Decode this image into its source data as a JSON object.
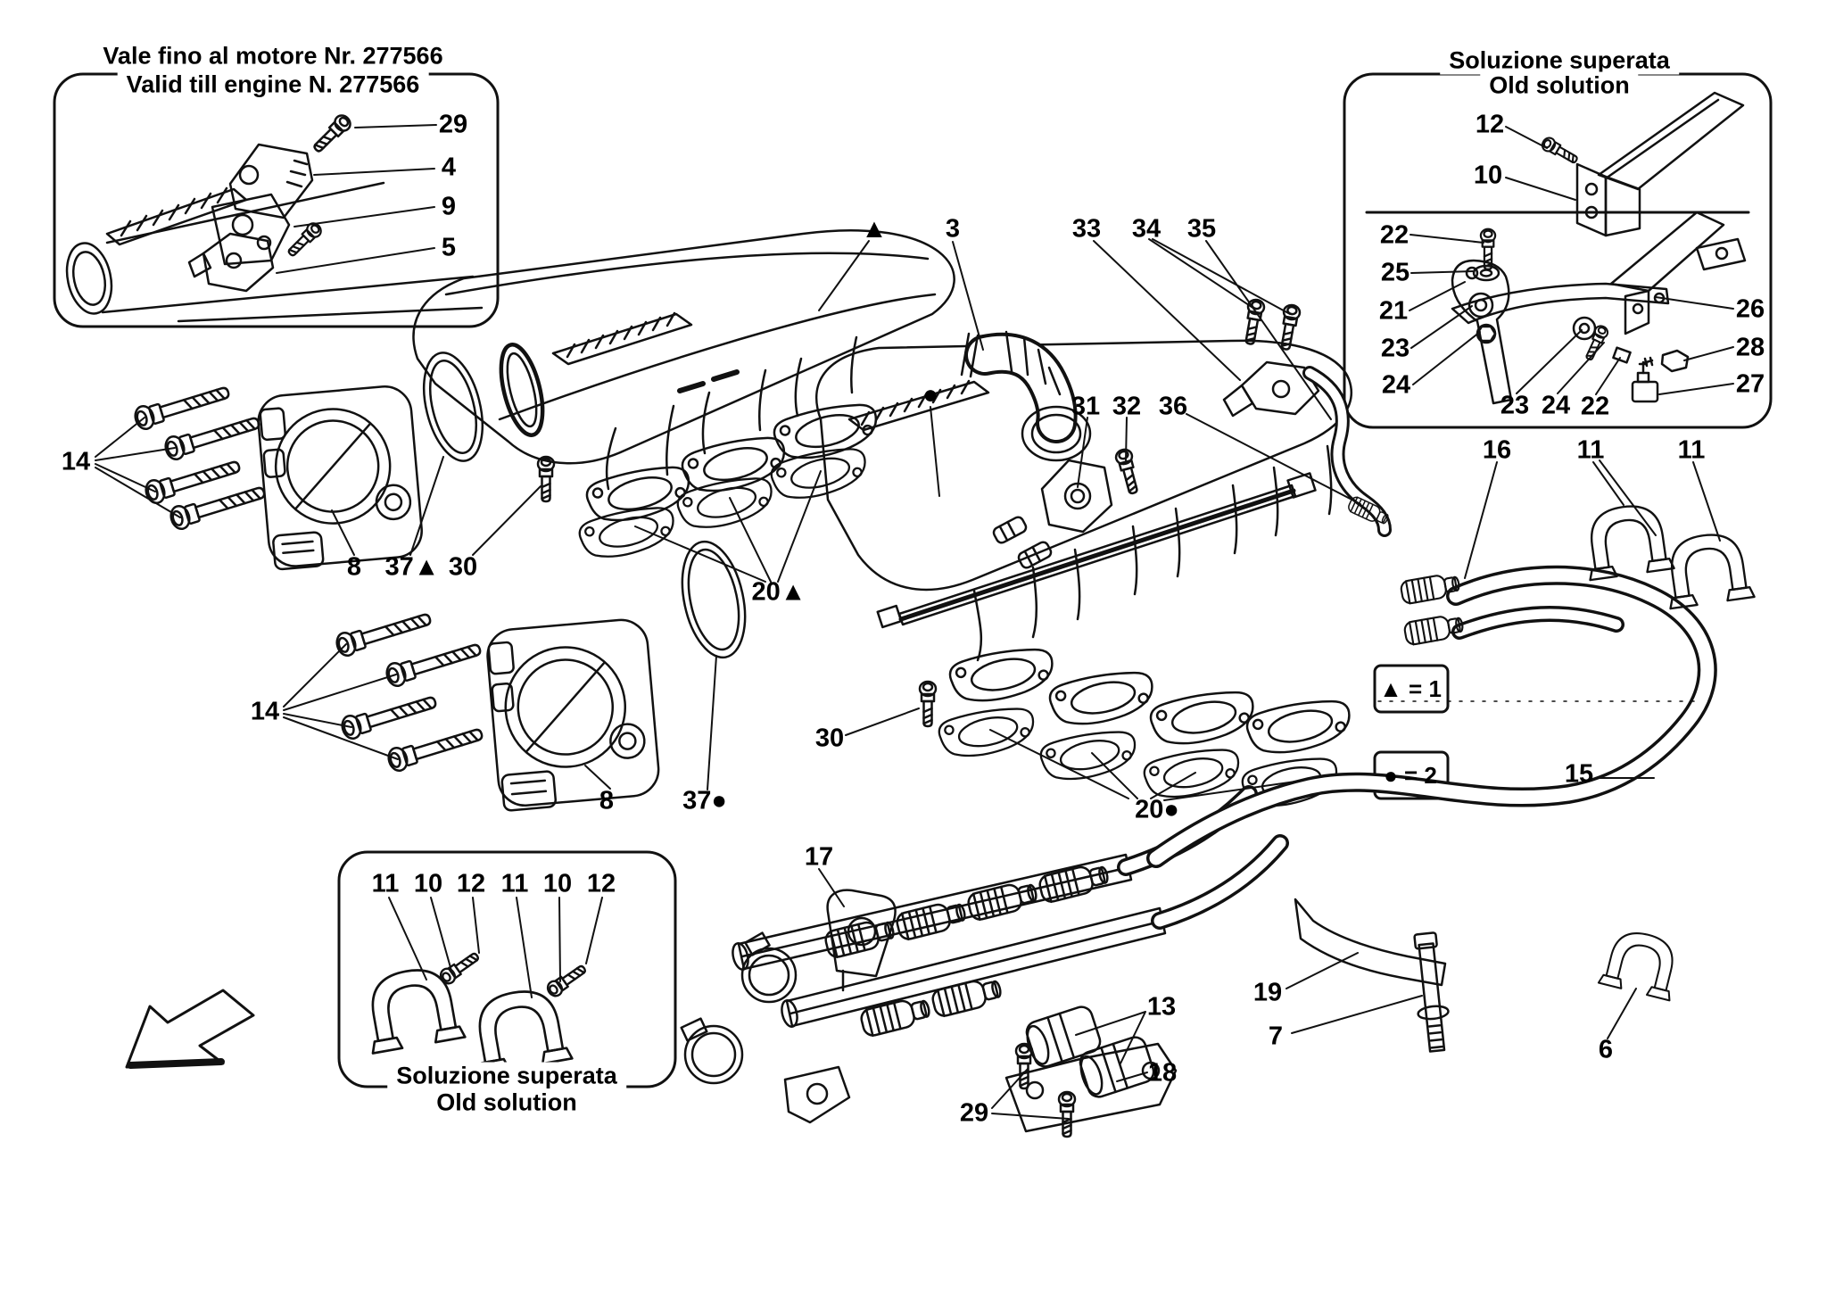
{
  "legend": {
    "triangle": "▲ = 1",
    "dot": "● = 2"
  },
  "markers": {
    "triangle": "▲",
    "dot": "●"
  },
  "inset_top_left": {
    "title_line1": "Vale fino al motore Nr. 277566",
    "title_line2": "Valid till engine N. 277566",
    "callouts": [
      "29",
      "4",
      "9",
      "5"
    ]
  },
  "inset_top_right": {
    "title_line1": "Soluzione superata",
    "title_line2": "Old solution",
    "upper_callouts": [
      "12",
      "10"
    ],
    "left_callouts": [
      "22",
      "25",
      "21",
      "23",
      "24"
    ],
    "right_callouts": [
      "26",
      "28",
      "27"
    ],
    "bottom_callouts": [
      "23",
      "24",
      "22"
    ]
  },
  "inset_bottom_left": {
    "title_line1": "Soluzione superata",
    "title_line2": "Old solution",
    "callouts": [
      "11",
      "10",
      "12",
      "11",
      "10",
      "12"
    ]
  },
  "callouts": {
    "n3": "3",
    "n33": "33",
    "n34": "34",
    "n35": "35",
    "n31": "31",
    "n32": "32",
    "n36": "36",
    "n14a": "14",
    "n14b": "14",
    "n8a": "8",
    "n8b": "8",
    "n37a": "37▲",
    "n37b": "37●",
    "n30a": "30",
    "n30b": "30",
    "n20a": "20▲",
    "n20b": "20●",
    "n16": "16",
    "n11a": "11",
    "n11b": "11",
    "n15": "15",
    "n17": "17",
    "n13": "13",
    "n18": "18",
    "n29": "29",
    "n19": "19",
    "n7": "7",
    "n6": "6"
  }
}
